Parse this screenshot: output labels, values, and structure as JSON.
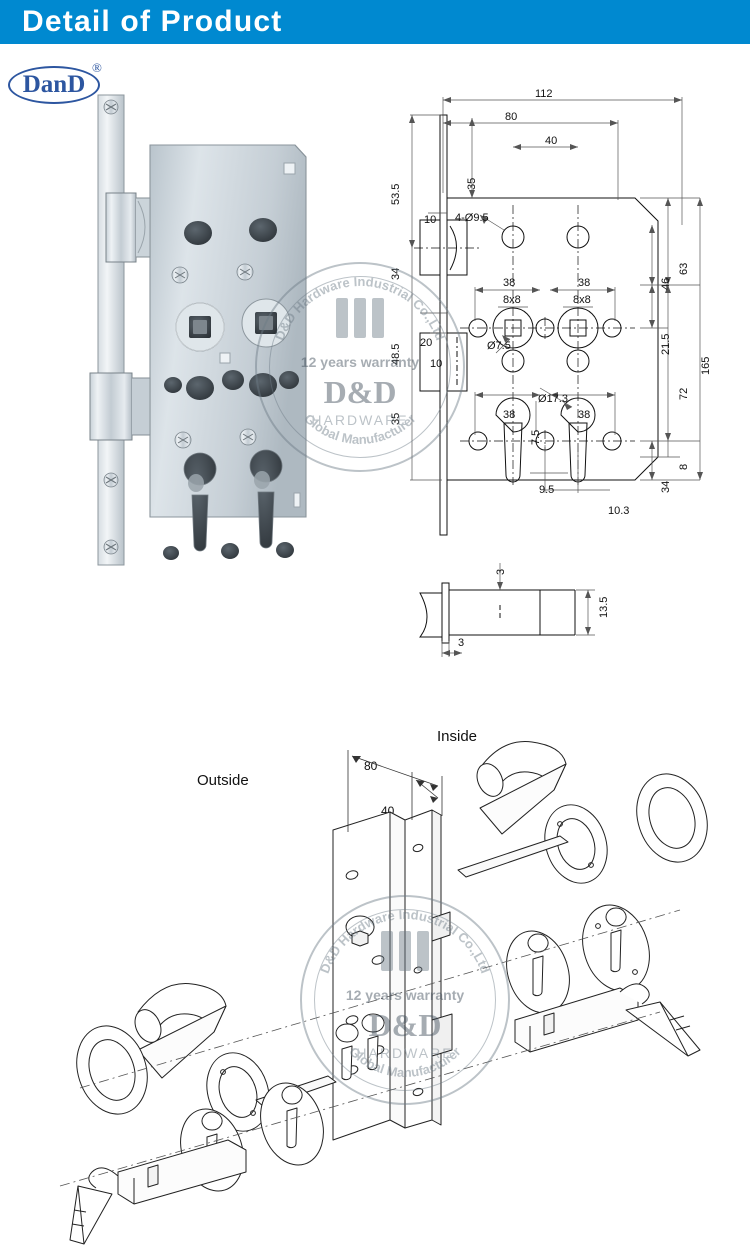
{
  "header": {
    "title": "Detail of Product",
    "bg_color": "#0089d0",
    "text_color": "#ffffff"
  },
  "logo": {
    "text": "DanD",
    "registered_mark": "®",
    "color": "#2d56a0"
  },
  "watermark": {
    "arc_top": "D&D Hardware Industrial Co.,Ltd",
    "arc_bottom": "Global Manufacturer",
    "warranty": "12 years warranty",
    "brand": "D&D",
    "sub": "HARDWARE"
  },
  "product_photo": {
    "name": "mortise-lock-body-photo",
    "alt": "Stainless steel mortise lock body with faceplate"
  },
  "technical_drawing": {
    "name": "mortise-lock-dimension-drawing",
    "dimensions": {
      "overall_width": "112",
      "backset_total": "80",
      "centre_to_centre": "40",
      "faceplate_top": "53.5",
      "top_to_latch": "35",
      "faceplate_thickness": "10",
      "fixing_holes": "4-Ø9.5",
      "latch_height": "34",
      "bolt_offset": "48.5",
      "bottom_to_bolt": "35",
      "forend_width": "20",
      "forend_step": "10",
      "spindle_spacing_left": "38",
      "spindle_spacing_right": "38",
      "spindle_square_left": "8x8",
      "spindle_square_right": "8x8",
      "screw_hole_dia": "Ø7.5",
      "cylinder_spacing_left": "38",
      "cylinder_spacing_right": "38",
      "cylinder_dia": "Ø17.3",
      "cylinder_neck": "7.5",
      "cylinder_neck_width": "9.5",
      "cylinder_offset": "10.3",
      "right_63": "63",
      "right_46": "46",
      "right_21_5": "21.5",
      "right_72": "72",
      "overall_height": "165",
      "right_8": "8",
      "right_34": "34",
      "plate_thickness": "3",
      "forend_thickness_3": "3",
      "forend_height": "13.5"
    }
  },
  "exploded_view": {
    "name": "lock-assembly-exploded-diagram",
    "labels": {
      "outside": "Outside",
      "inside": "Inside",
      "dim_80": "80",
      "dim_40": "40"
    },
    "components": [
      "lever-handle-outside",
      "lever-handle-inside",
      "rose-cover-outside",
      "rose-cover-inside",
      "escutcheon-outside",
      "escutcheon-inside",
      "euro-profile-cylinder",
      "key",
      "spindle",
      "mortise-lock-body"
    ]
  }
}
